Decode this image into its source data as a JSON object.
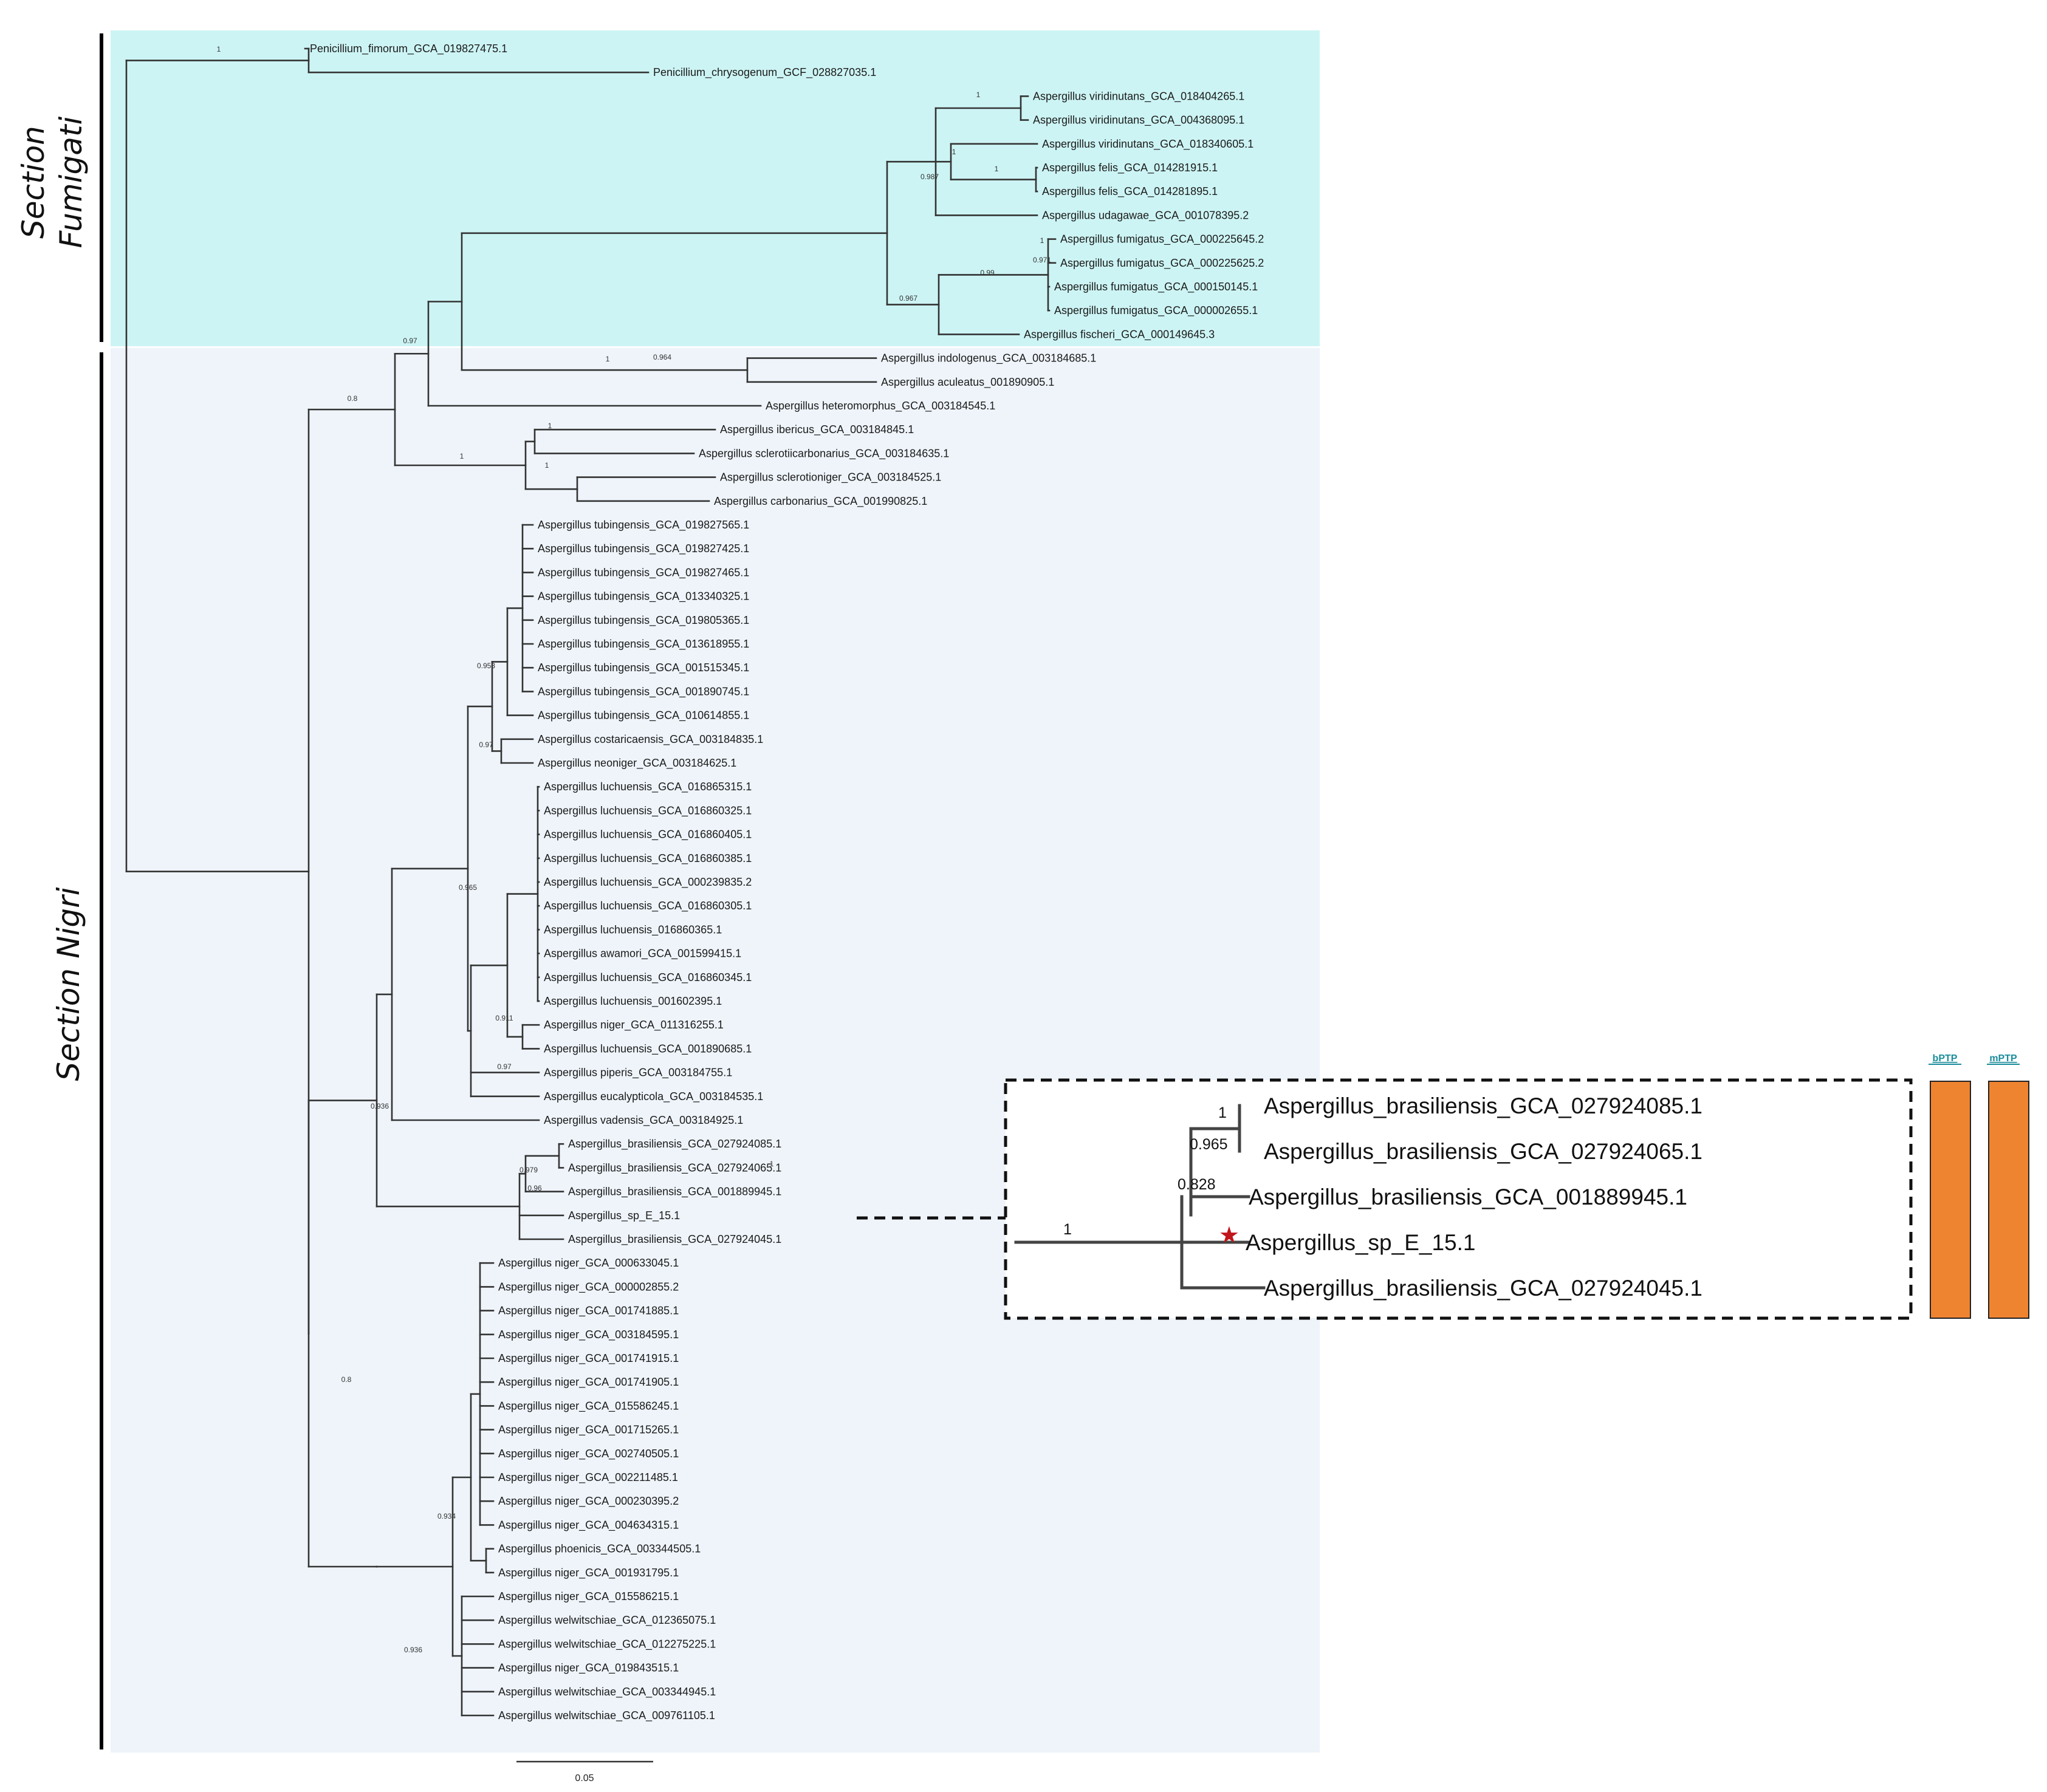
{
  "sections": [
    {
      "id": "fumigati",
      "lines": [
        "Section",
        "Fumigati"
      ],
      "color": "#cdf4f4"
    },
    {
      "id": "nigri",
      "lines": [
        "Section Nigri"
      ],
      "color": "#eef4fa"
    }
  ],
  "tips": [
    "Penicillium_fimorum_GCA_019827475.1",
    "Penicillium_chrysogenum_GCF_028827035.1",
    "Aspergillus viridinutans_GCA_018404265.1",
    "Aspergillus viridinutans_GCA_004368095.1",
    "Aspergillus viridinutans_GCA_018340605.1",
    "Aspergillus felis_GCA_014281915.1",
    "Aspergillus felis_GCA_014281895.1",
    "Aspergillus udagawae_GCA_001078395.2",
    "Aspergillus fumigatus_GCA_000225645.2",
    "Aspergillus fumigatus_GCA_000225625.2",
    "Aspergillus fumigatus_GCA_000150145.1",
    "Aspergillus fumigatus_GCA_000002655.1",
    "Aspergillus fischeri_GCA_000149645.3",
    "Aspergillus indologenus_GCA_003184685.1",
    "Aspergillus aculeatus_001890905.1",
    "Aspergillus heteromorphus_GCA_003184545.1",
    "Aspergillus ibericus_GCA_003184845.1",
    "Aspergillus sclerotiicarbonarius_GCA_003184635.1",
    "Aspergillus sclerotioniger_GCA_003184525.1",
    "Aspergillus carbonarius_GCA_001990825.1",
    "Aspergillus tubingensis_GCA_019827565.1",
    "Aspergillus tubingensis_GCA_019827425.1",
    "Aspergillus tubingensis_GCA_019827465.1",
    "Aspergillus tubingensis_GCA_013340325.1",
    "Aspergillus tubingensis_GCA_019805365.1",
    "Aspergillus tubingensis_GCA_013618955.1",
    "Aspergillus tubingensis_GCA_001515345.1",
    "Aspergillus tubingensis_GCA_001890745.1",
    "Aspergillus tubingensis_GCA_010614855.1",
    "Aspergillus costaricaensis_GCA_003184835.1",
    "Aspergillus neoniger_GCA_003184625.1",
    "Aspergillus luchuensis_GCA_016865315.1",
    "Aspergillus luchuensis_GCA_016860325.1",
    "Aspergillus luchuensis_GCA_016860405.1",
    "Aspergillus luchuensis_GCA_016860385.1",
    "Aspergillus luchuensis_GCA_000239835.2",
    "Aspergillus luchuensis_GCA_016860305.1",
    "Aspergillus luchuensis_016860365.1",
    "Aspergillus awamori_GCA_001599415.1",
    "Aspergillus luchuensis_GCA_016860345.1",
    "Aspergillus luchuensis_001602395.1",
    "Aspergillus niger_GCA_011316255.1",
    "Aspergillus luchuensis_GCA_001890685.1",
    "Aspergillus piperis_GCA_003184755.1",
    "Aspergillus eucalypticola_GCA_003184535.1",
    "Aspergillus vadensis_GCA_003184925.1",
    "Aspergillus_brasiliensis_GCA_027924085.1",
    "Aspergillus_brasiliensis_GCA_027924065.1",
    "Aspergillus_brasiliensis_GCA_001889945.1",
    "Aspergillus_sp_E_15.1",
    "Aspergillus_brasiliensis_GCA_027924045.1",
    "Aspergillus niger_GCA_000633045.1",
    "Aspergillus niger_GCA_000002855.2",
    "Aspergillus niger_GCA_001741885.1",
    "Aspergillus niger_GCA_003184595.1",
    "Aspergillus niger_GCA_001741915.1",
    "Aspergillus niger_GCA_001741905.1",
    "Aspergillus niger_GCA_015586245.1",
    "Aspergillus niger_GCA_001715265.1",
    "Aspergillus niger_GCA_002740505.1",
    "Aspergillus niger_GCA_002211485.1",
    "Aspergillus niger_GCA_000230395.2",
    "Aspergillus niger_GCA_004634315.1",
    "Aspergillus phoenicis_GCA_003344505.1",
    "Aspergillus niger_GCA_001931795.1",
    "Aspergillus niger_GCA_015586215.1",
    "Aspergillus welwitschiae_GCA_012365075.1",
    "Aspergillus welwitschiae_GCA_012275225.1",
    "Aspergillus niger_GCA_019843515.1",
    "Aspergillus welwitschiae_GCA_003344945.1",
    "Aspergillus welwitschiae_GCA_009761105.1"
  ],
  "support_values": [
    "1",
    "1",
    "1",
    "1",
    "0.987",
    "1",
    "0.971",
    "0.99",
    "0.967",
    "0.964",
    "0.97",
    "0.8",
    "1",
    "1",
    "1",
    "1",
    "0.953",
    "0.97",
    "0.965",
    "0.911",
    "0.97",
    "0.936",
    "0.979",
    "0.96",
    "0.8",
    "0.934",
    "1",
    "0.936"
  ],
  "inset": {
    "tips": [
      "Aspergillus_brasiliensis_GCA_027924085.1",
      "Aspergillus_brasiliensis_GCA_027924065.1",
      "Aspergillus_brasiliensis_GCA_001889945.1",
      "Aspergillus_sp_E_15.1",
      "Aspergillus_brasiliensis_GCA_027924045.1"
    ],
    "supports": [
      "1",
      "1",
      "0.965",
      "0.828"
    ],
    "highlight_tip": "Aspergillus_sp_E_15.1",
    "star_color": "#c0161c"
  },
  "delimitation": {
    "methods": [
      "bPTP",
      "mPTP"
    ],
    "bar_color": "#ef8430"
  },
  "scale_bar": {
    "label": "0.05"
  }
}
